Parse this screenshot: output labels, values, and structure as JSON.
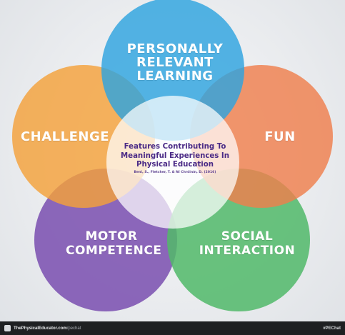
{
  "diagram": {
    "center": {
      "title_line1": "Features Contributing To",
      "title_line2": "Meaningful Experiences In",
      "title_line3": "Physical Education",
      "citation": "Beni, S., Fletcher, T. & Ní Chróinín, D. (2016)"
    },
    "petals": {
      "top": {
        "line1": "PERSONALLY",
        "line2": "RELEVANT",
        "line3": "LEARNING",
        "color": "#2ea4df"
      },
      "left": {
        "line1": "CHALLENGE",
        "color": "#f4a13a"
      },
      "right": {
        "line1": "FUN",
        "color": "#ef7f4d"
      },
      "bottom_left": {
        "line1": "MOTOR",
        "line2": "COMPETENCE",
        "color": "#7a4fb0"
      },
      "bottom_right": {
        "line1": "SOCIAL",
        "line2": "INTERACTION",
        "color": "#51b96a"
      }
    },
    "center_color": "#ffffff"
  },
  "footer": {
    "brand": "ThePhysicalEducator.com",
    "path": "/pechat",
    "hashtag": "#PEChat",
    "background": "#1e2022"
  }
}
